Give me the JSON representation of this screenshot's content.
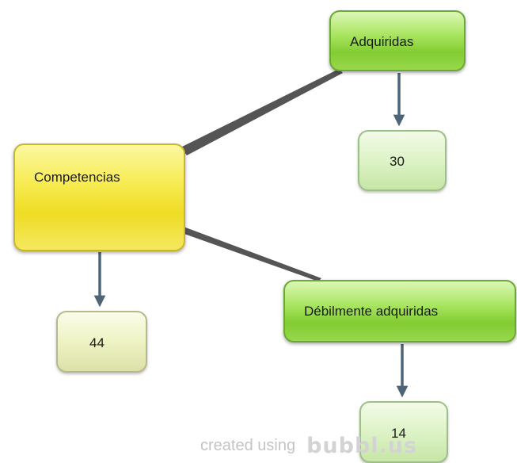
{
  "diagram": {
    "nodes": {
      "competencias": {
        "label": "Competencias"
      },
      "adquiridas": {
        "label": "Adquiridas"
      },
      "adquiridas_count": {
        "label": "30"
      },
      "debilmente": {
        "label": "Débilmente adquiridas"
      },
      "debilmente_count": {
        "label": "14"
      },
      "competencias_count": {
        "label": "44"
      }
    },
    "colors": {
      "connector": "#555555",
      "arrow": "#4e6577"
    }
  },
  "watermark": {
    "text": "created using",
    "logo": "bubbl.us"
  }
}
